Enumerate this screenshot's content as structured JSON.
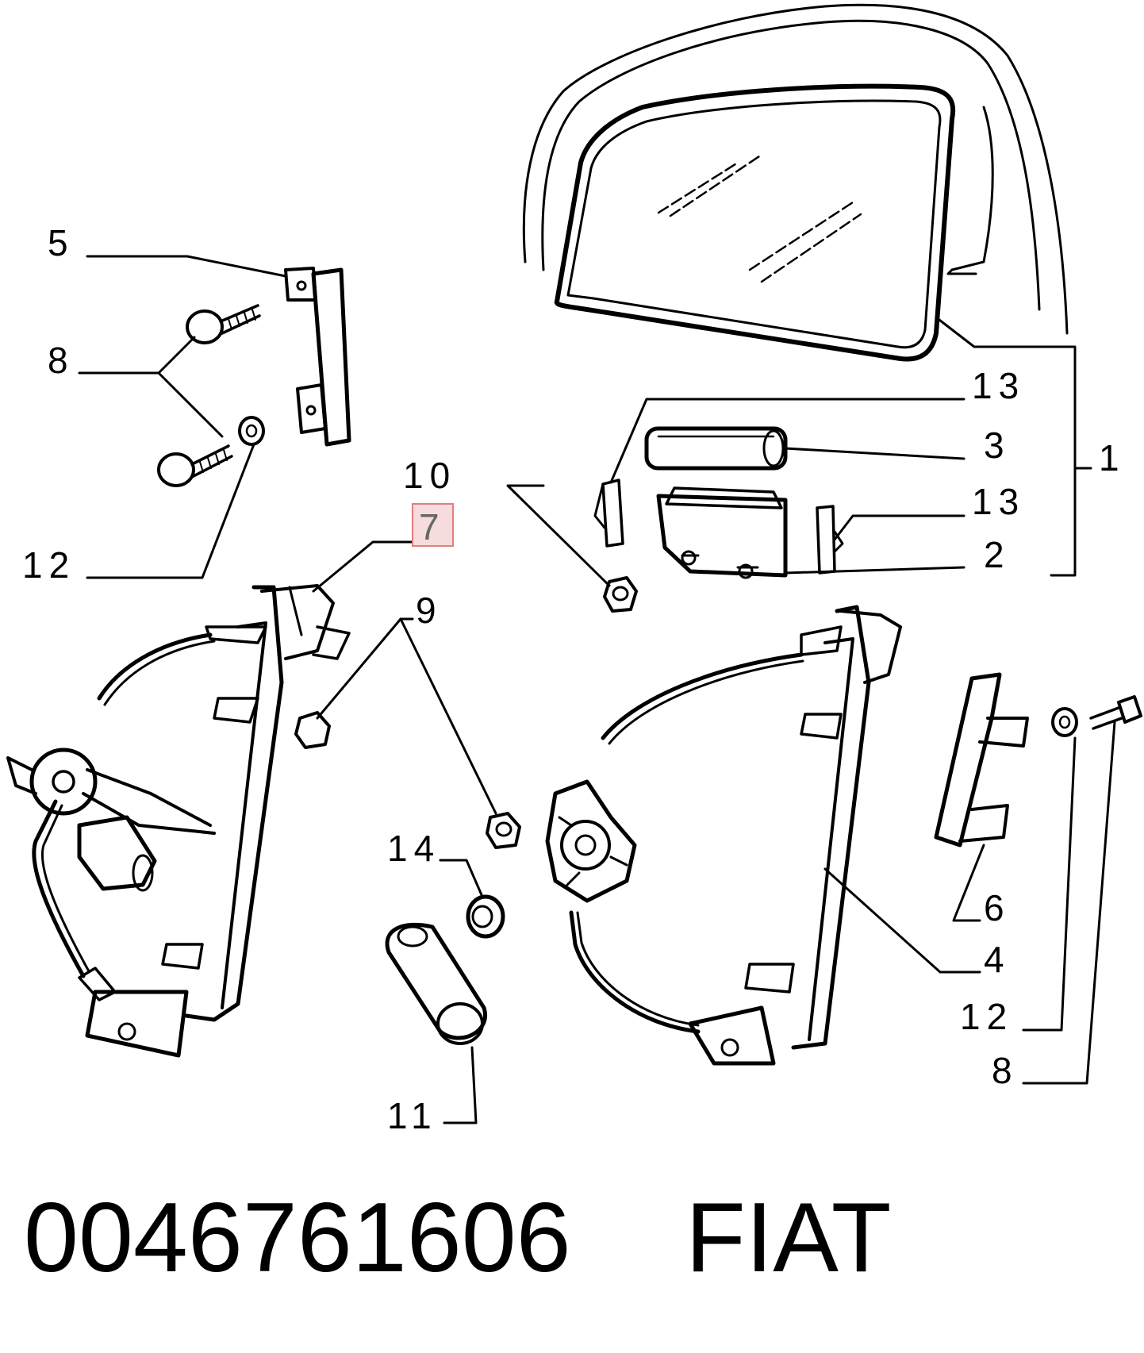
{
  "callouts": {
    "c1": "1",
    "c2": "2",
    "c3": "3",
    "c4": "4",
    "c5": "5",
    "c6": "6",
    "c7": "7",
    "c8_top": "8",
    "c8_bottom": "8",
    "c9": "9",
    "c10": "10",
    "c11": "11",
    "c12_top": "12",
    "c12_bottom": "12",
    "c13_top": "13",
    "c13_bottom": "13",
    "c14": "14"
  },
  "caption": {
    "part_number": "0046761606",
    "brand": "FIAT"
  },
  "highlight": {
    "callout": "7",
    "color": "#e07f7f"
  }
}
